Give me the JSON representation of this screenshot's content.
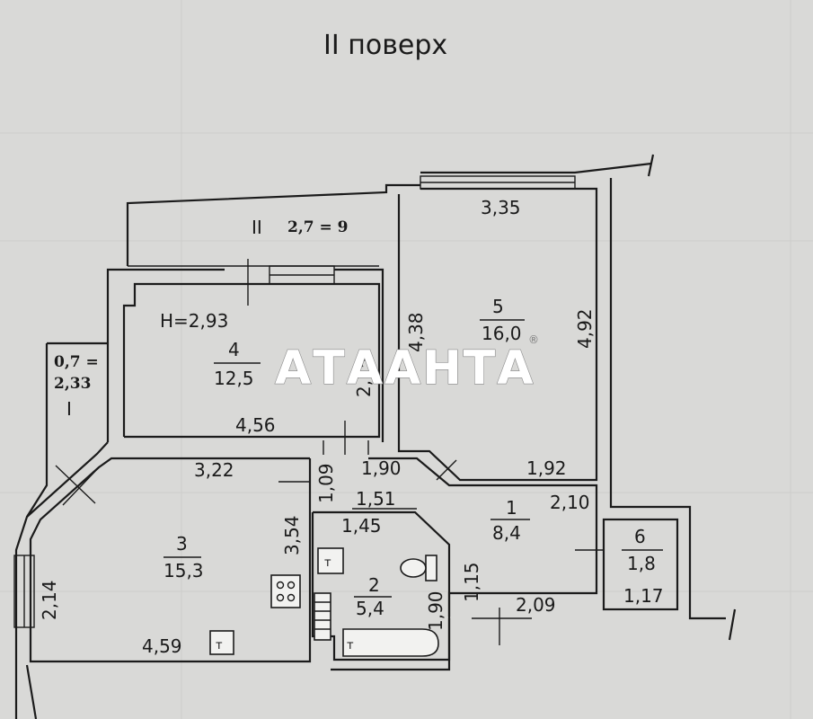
{
  "title": "II поверх",
  "balcony": {
    "mark": "II",
    "area": "2,7 = 9"
  },
  "loggia": {
    "area_line1": "0,7 =",
    "area_line2": "2,33",
    "mark": "I"
  },
  "rooms": [
    {
      "number": "4",
      "area": "12,5",
      "height": "H=2,93",
      "dim_bottom": "4,56",
      "dim_right": "2,75"
    },
    {
      "number": "5",
      "area": "16,0",
      "dim_top": "3,35",
      "dim_left": "4,38",
      "dim_right": "4,92",
      "dim_bottom": "1,92"
    },
    {
      "number": "3",
      "area": "15,3",
      "dim_top": "3,22",
      "dim_left": "2,14",
      "dim_right": "3,54",
      "dim_bottom": "4,59"
    },
    {
      "number": "1",
      "area": "8,4",
      "dim_a": "1,90",
      "dim_b": "2,10",
      "dim_c": "1,15",
      "dim_bottom": "2,09"
    },
    {
      "number": "2",
      "area": "5,4",
      "dim_top_a": "1,51",
      "dim_top_b": "1,45",
      "dim_right": "1,90"
    },
    {
      "number": "6",
      "area": "1,8",
      "dim_bottom": "1,17"
    }
  ],
  "corridor_width": "1,09",
  "watermark": "АТААНТА",
  "watermark_mark": "®",
  "fixtures": {
    "stove_icon": "stove-icon",
    "toilet_icon": "toilet-icon",
    "bathtub_icon": "bathtub-icon",
    "radiator_icon": "radiator-icon",
    "sink_icon": "sink-icon"
  }
}
